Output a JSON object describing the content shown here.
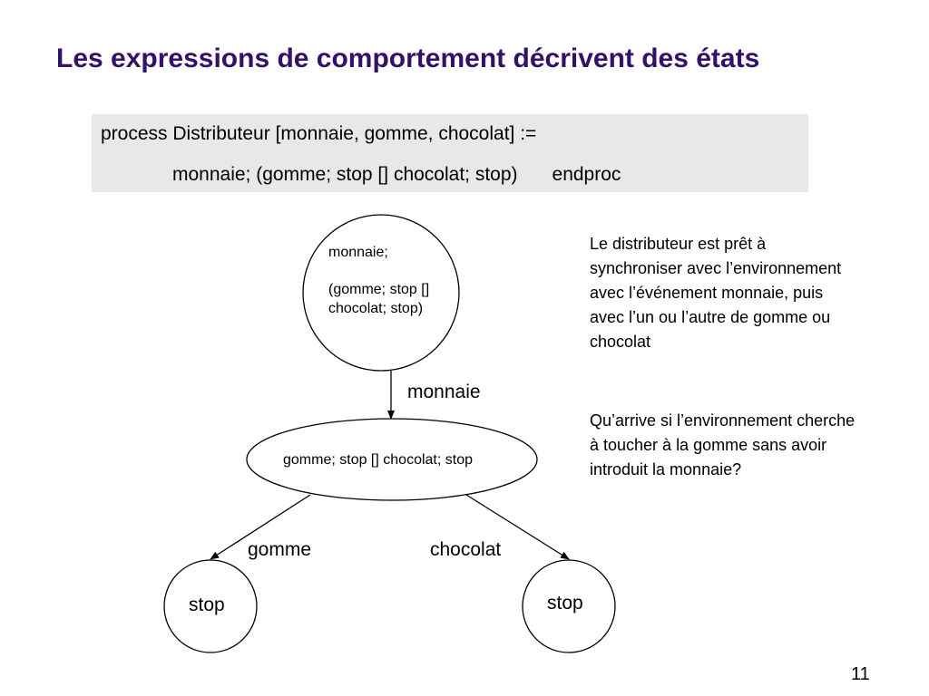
{
  "slide": {
    "title": "Les expressions de comportement décrivent des états",
    "code": {
      "line1": "process Distributeur [monnaie, gomme, chocolat] :=",
      "line2": "monnaie; (gomme; stop [] chocolat; stop)",
      "line2_end": "endproc"
    },
    "diagram": {
      "state_initial": {
        "line1": "monnaie;",
        "line2": "(gomme; stop []",
        "line3": "chocolat; stop)"
      },
      "state_choice": "gomme; stop [] chocolat; stop",
      "state_stop_left": "stop",
      "state_stop_right": "stop",
      "edge_monnaie": "monnaie",
      "edge_gomme": "gomme",
      "edge_chocolat": "chocolat"
    },
    "explanation": {
      "paragraph1": "Le distributeur est prêt à synchroniser avec l’environnement avec l’événement monnaie, puis avec l’un ou l’autre de gomme ou chocolat",
      "paragraph2": "Qu’arrive si l’environnement cherche à toucher à la gomme sans avoir introduit la monnaie?"
    },
    "page_number": "11",
    "colors": {
      "title": "#33116b",
      "code_background": "#e8e8e8"
    }
  }
}
